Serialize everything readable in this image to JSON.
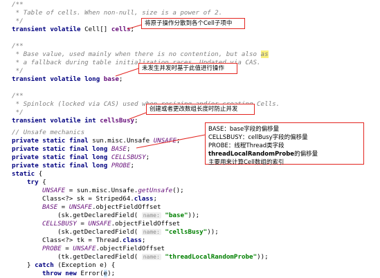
{
  "code": {
    "l1": "/**",
    "l2": " * Table of cells. When non-null, size is a power of 2.",
    "l3": " */",
    "l4_kw": "transient volatile ",
    "l4_type": "Cell[] ",
    "l4_name": "cells",
    "l4_end": ";",
    "l6": "/**",
    "l7a": " * Base value, used mainly when there is no contention, but also ",
    "l7b": "as",
    "l8": " * a fallback during table initialization races. Updated via CAS.",
    "l9": " */",
    "l10_kw": "transient volatile long ",
    "l10_name": "base",
    "l10_end": ";",
    "l12": "/**",
    "l13": " * Spinlock (locked via CAS) used when resizing and/or creating Cells.",
    "l14": " */",
    "l15_kw": "transient volatile int ",
    "l15_name": "cellsBusy",
    "l15_end": ";",
    "l17": "// Unsafe mechanics",
    "l18_kw": "private static final ",
    "l18_type": "sun.misc.Unsafe ",
    "l18_name": "UNSAFE",
    "l18_end": ";",
    "l19_kw": "private static final long ",
    "l19_name": "BASE",
    "l19_end": ";",
    "l20_kw": "private static final long ",
    "l20_name": "CELLSBUSY",
    "l20_end": ";",
    "l21_kw": "private static final long ",
    "l21_name": "PROBE",
    "l21_end": ";",
    "l22_kw": "static ",
    "l22_end": "{",
    "l23_kw": "try ",
    "l23_end": "{",
    "l24_name": "UNSAFE",
    "l24_mid": " = sun.misc.Unsafe.",
    "l24_call": "getUnsafe",
    "l24_end": "();",
    "l25_a": "Class<?> sk = Striped64.",
    "l25_kw": "class",
    "l25_end": ";",
    "l26_name": "BASE",
    "l26_mid": " = ",
    "l26_u": "UNSAFE",
    "l26_end": ".objectFieldOffset",
    "l27_a": "(sk.getDeclaredField( ",
    "l27_hint": "name:",
    "l27_str": "\"base\"",
    "l27_end": "));",
    "l28_name": "CELLSBUSY",
    "l28_mid": " = ",
    "l28_u": "UNSAFE",
    "l28_end": ".objectFieldOffset",
    "l29_a": "(sk.getDeclaredField( ",
    "l29_hint": "name:",
    "l29_str": "\"cellsBusy\"",
    "l29_end": "));",
    "l30_a": "Class<?> tk = Thread.",
    "l30_kw": "class",
    "l30_end": ";",
    "l31_name": "PROBE",
    "l31_mid": " = ",
    "l31_u": "UNSAFE",
    "l31_end": ".objectFieldOffset",
    "l32_a": "(tk.getDeclaredField( ",
    "l32_hint": "name:",
    "l32_str": "\"threadLocalRandomProbe\"",
    "l32_end": "));",
    "l33_a": "} ",
    "l33_kw": "catch ",
    "l33_end": "(Exception e) {",
    "l34_kw1": "throw ",
    "l34_kw2": "new ",
    "l34_a": "Error(",
    "l34_b": "e",
    "l34_end": ");",
    "l35": "}",
    "l36": "}"
  },
  "notes": {
    "cells": "将原子操作分散到各个Cell子项中",
    "base": "未发生并发时基于此值进行操作",
    "busy": "创建或者更改数组长度时防止并发",
    "offsets_1": "BASE：base字段的偏移量",
    "offsets_2": "CELLSBUSY：cellBusy字段的偏移量",
    "offsets_3a": "PROBE：线程Thread类字段",
    "offsets_3b": "threadLocalRandomProbe",
    "offsets_3c": "的偏移量",
    "offsets_4": "主要用来计算Cell数组的索引"
  },
  "colors": {
    "annotation_border": "#e3241f",
    "keyword": "#000080",
    "field": "#660e7a",
    "string": "#008000",
    "comment": "#808080"
  }
}
